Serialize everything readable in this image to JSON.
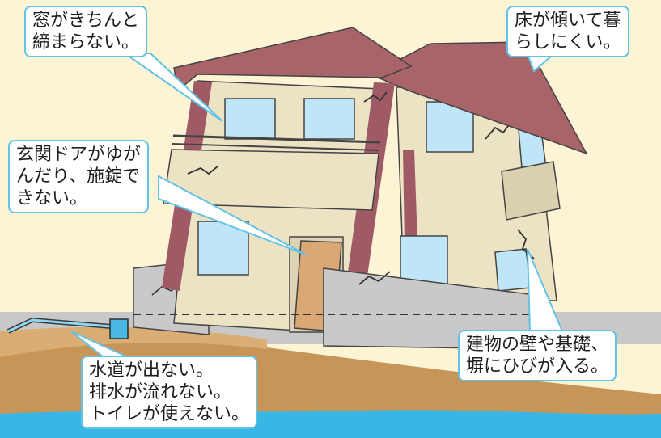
{
  "callouts": {
    "window": [
      "窓がきちんと",
      "締まらない。"
    ],
    "floor": [
      "床が傾いて暮",
      "らしにくい。"
    ],
    "door": [
      "玄関ドアがゆが",
      "んだり、施錠で",
      "きない。"
    ],
    "walls": [
      "建物の壁や基礎、",
      "塀にひびが入る。"
    ],
    "water": [
      "水道が出ない。",
      "排水が流れない。",
      "トイレが使えない。"
    ]
  },
  "colors": {
    "background": "#fdf4d6",
    "roof": "#a9646a",
    "wall": "#ece3c5",
    "pillar": "#a05a65",
    "window_glass": "#bfe6f6",
    "soil": "#c79558",
    "water": "#38b6e6",
    "callout_border": "#63c3e6"
  }
}
